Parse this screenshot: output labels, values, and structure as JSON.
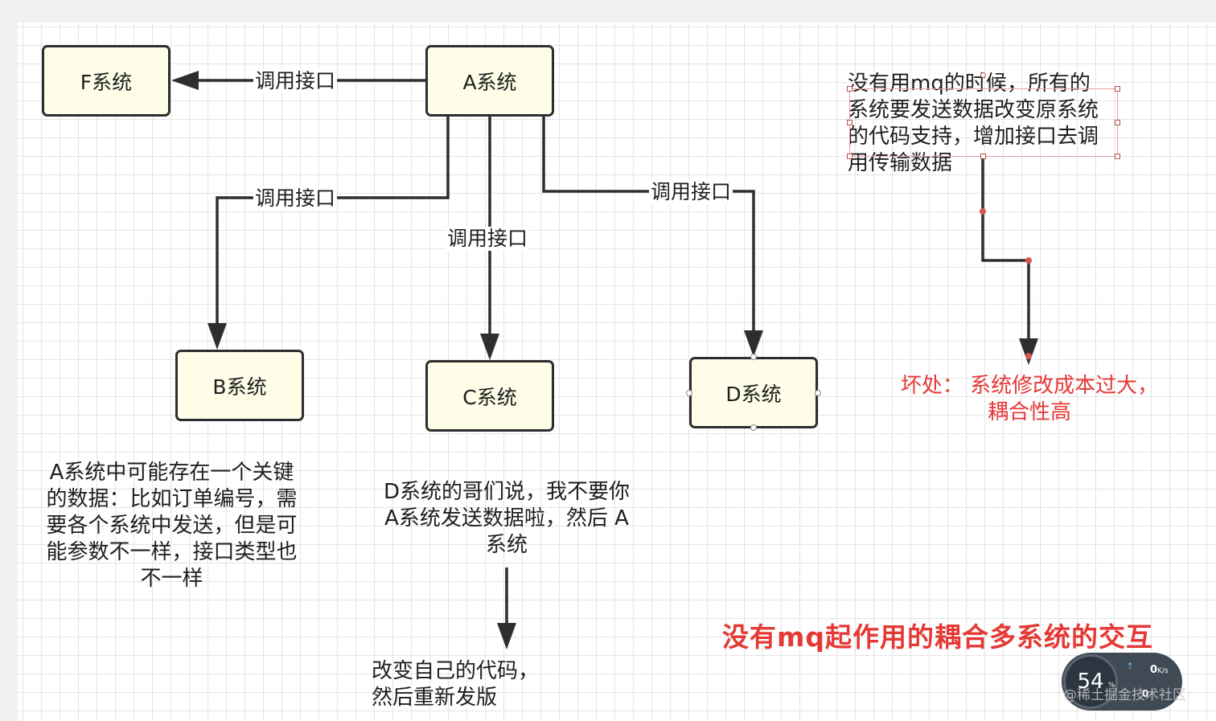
{
  "boxes": {
    "a": "A系统",
    "b": "B系统",
    "c": "C系统",
    "d": "D系统",
    "f": "F系统"
  },
  "edge_labels": {
    "a_to_f": "调用接口",
    "a_to_b": "调用接口",
    "a_to_c": "调用接口",
    "a_to_d": "调用接口"
  },
  "notes": {
    "no_mq": [
      "没有用mq的时候，所有的",
      "系统要发送数据改变原系统",
      "的代码支持，增加接口去调",
      "用传输数据"
    ],
    "drawback": [
      "坏处：  系统修改成本过大，",
      "耦合性高"
    ],
    "key_data": [
      "A系统中可能存在一个关键",
      "的数据：比如订单编号，需",
      "要各个系统中发送，但是可",
      "能参数不一样，接口类型也",
      "不一样"
    ],
    "d_says": [
      "D系统的哥们说，我不要你",
      "A系统发送数据啦，然后 A",
      "系统"
    ],
    "change_code": [
      "改变自己的代码，",
      "然后重新发版"
    ]
  },
  "title": "没有mq起作用的耦合多系统的交互",
  "overlay": {
    "speed_percent": "54",
    "percent_sign": "%",
    "upload": "0",
    "upload_unit": "K/s",
    "download": "0",
    "watermark": "@稀土掘金技术社区"
  },
  "colors": {
    "box_fill": "#fdfde8",
    "line": "#2e2e2e",
    "accent_red": "#e53935"
  }
}
